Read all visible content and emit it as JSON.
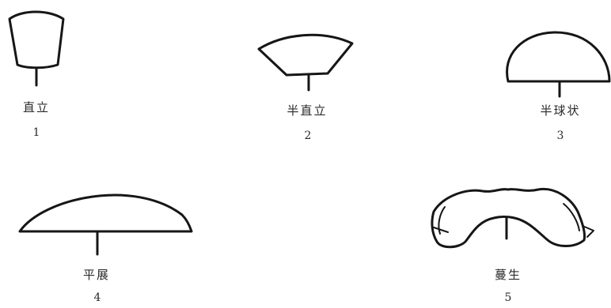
{
  "figures": [
    {
      "label": "直立",
      "number": "1"
    },
    {
      "label": "半直立",
      "number": "2"
    },
    {
      "label": "半球状",
      "number": "3"
    },
    {
      "label": "平展",
      "number": "4"
    },
    {
      "label": "蔓生",
      "number": "5"
    }
  ]
}
